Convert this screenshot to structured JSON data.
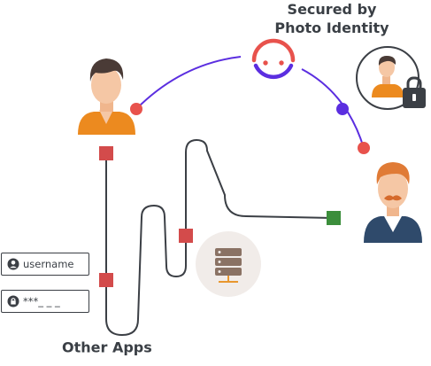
{
  "header": {
    "title_line1": "Secured by",
    "title_line2": "Photo Identity"
  },
  "login": {
    "username_value": "username",
    "password_value": "***_ _ _"
  },
  "other_apps_label": "Other Apps",
  "icons": {
    "brand_logo": "smiley-face-logo-icon",
    "user_left": "male-user-avatar-icon",
    "user_right": "bearded-user-avatar-icon",
    "locked_profile": "locked-profile-icon",
    "server": "server-icon",
    "username_field": "user-circle-icon",
    "password_field": "lock-icon"
  },
  "colors": {
    "arc": "#5b2ee0",
    "node_red": "#e8524c",
    "node_purple": "#5b2ee0",
    "square_red": "#d34b4b",
    "square_green": "#3b8e3b",
    "wire": "#3b3f45",
    "text": "#3a3f45"
  }
}
